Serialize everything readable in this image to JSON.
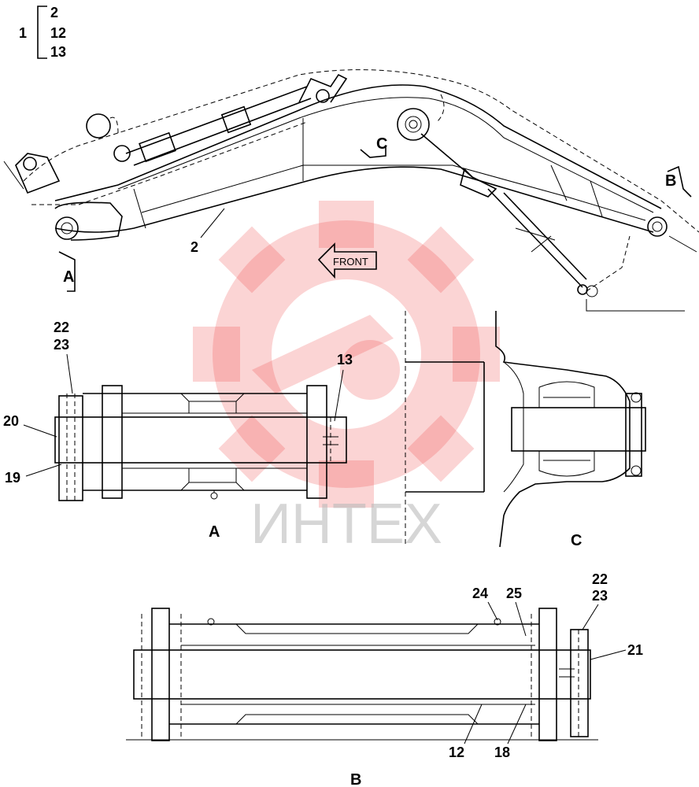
{
  "bracket": {
    "group": "1",
    "items": [
      "2",
      "12",
      "13"
    ]
  },
  "main_view": {
    "part_label": "2",
    "direction_label": "FRONT",
    "section_a": "A",
    "section_b": "B",
    "section_c": "C"
  },
  "view_a": {
    "title": "A",
    "callouts": {
      "p22": "22",
      "p23": "23",
      "p13": "13",
      "p20": "20",
      "p19": "19"
    }
  },
  "view_c": {
    "title": "C"
  },
  "view_b": {
    "title": "B",
    "callouts": {
      "p24": "24",
      "p25": "25",
      "p22": "22",
      "p23": "23",
      "p21": "21",
      "p12": "12",
      "p18": "18"
    }
  },
  "watermark": {
    "text": "ИНТЕХ",
    "color": "#ee3b3b"
  }
}
